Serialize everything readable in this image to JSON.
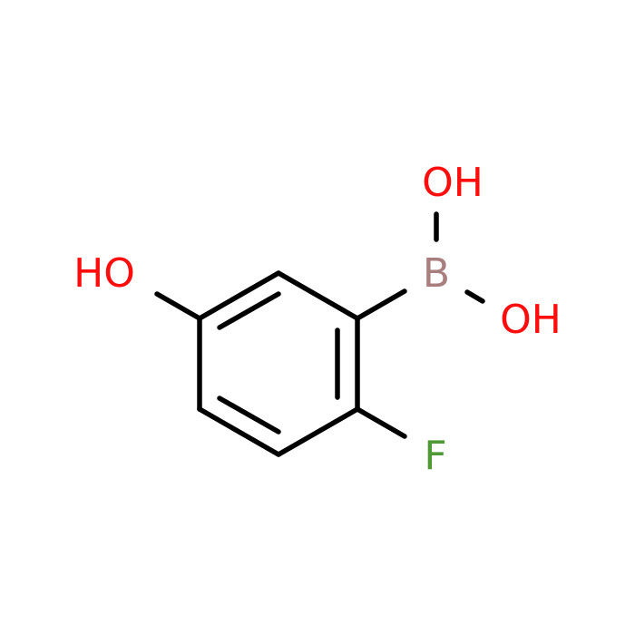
{
  "molecule": {
    "atoms": {
      "o1": {
        "label": "OH",
        "element": "O"
      },
      "b": {
        "label": "B",
        "element": "B"
      },
      "o2": {
        "label": "OH",
        "element": "O"
      },
      "o3": {
        "label": "HO",
        "element": "O"
      },
      "f": {
        "label": "F",
        "element": "F"
      }
    },
    "colors": {
      "O": "#ff0d0d",
      "B": "#a87e7e",
      "F": "#4f9a37",
      "bond": "#000000",
      "background": "#ffffff"
    }
  }
}
